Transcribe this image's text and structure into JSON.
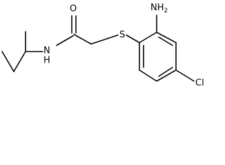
{
  "molecule": {
    "atoms": {
      "oxygen": "O",
      "amine": "NH2",
      "amine_main": "NH",
      "amine_subscript": "2",
      "sulfur": "S",
      "amide_nitrogen": "N",
      "amide_hydrogen": "H",
      "chlorine": "Cl"
    }
  },
  "colors": {
    "bond": "#000000",
    "label": "#000000",
    "background": "#ffffff"
  }
}
